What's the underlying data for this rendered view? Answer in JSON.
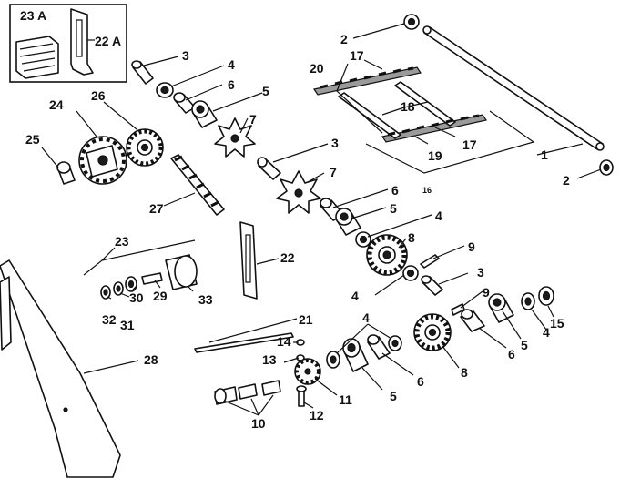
{
  "callouts": {
    "c1": "1",
    "c2a": "2",
    "c2b": "2",
    "c3a": "3",
    "c3b": "3",
    "c3c": "3",
    "c4a": "4",
    "c4b": "4",
    "c4c": "4",
    "c4d": "4",
    "c4e": "4",
    "c5a": "5",
    "c5b": "5",
    "c5c": "5",
    "c5d": "5",
    "c6a": "6",
    "c6b": "6",
    "c6c": "6",
    "c6d": "6",
    "c7a": "7",
    "c7b": "7",
    "c8a": "8",
    "c8b": "8",
    "c9a": "9",
    "c9b": "9",
    "c10": "10",
    "c11": "11",
    "c12": "12",
    "c13": "13",
    "c14": "14",
    "c15": "15",
    "c16": "16",
    "c17a": "17",
    "c17b": "17",
    "c18": "18",
    "c19": "19",
    "c20": "20",
    "c21": "21",
    "c22": "22",
    "c22a": "22 A",
    "c23": "23",
    "c23a": "23 A",
    "c24": "24",
    "c25": "25",
    "c26": "26",
    "c27": "27",
    "c28": "28",
    "c29": "29",
    "c30": "30",
    "c31": "31",
    "c32": "32",
    "c33": "33"
  }
}
